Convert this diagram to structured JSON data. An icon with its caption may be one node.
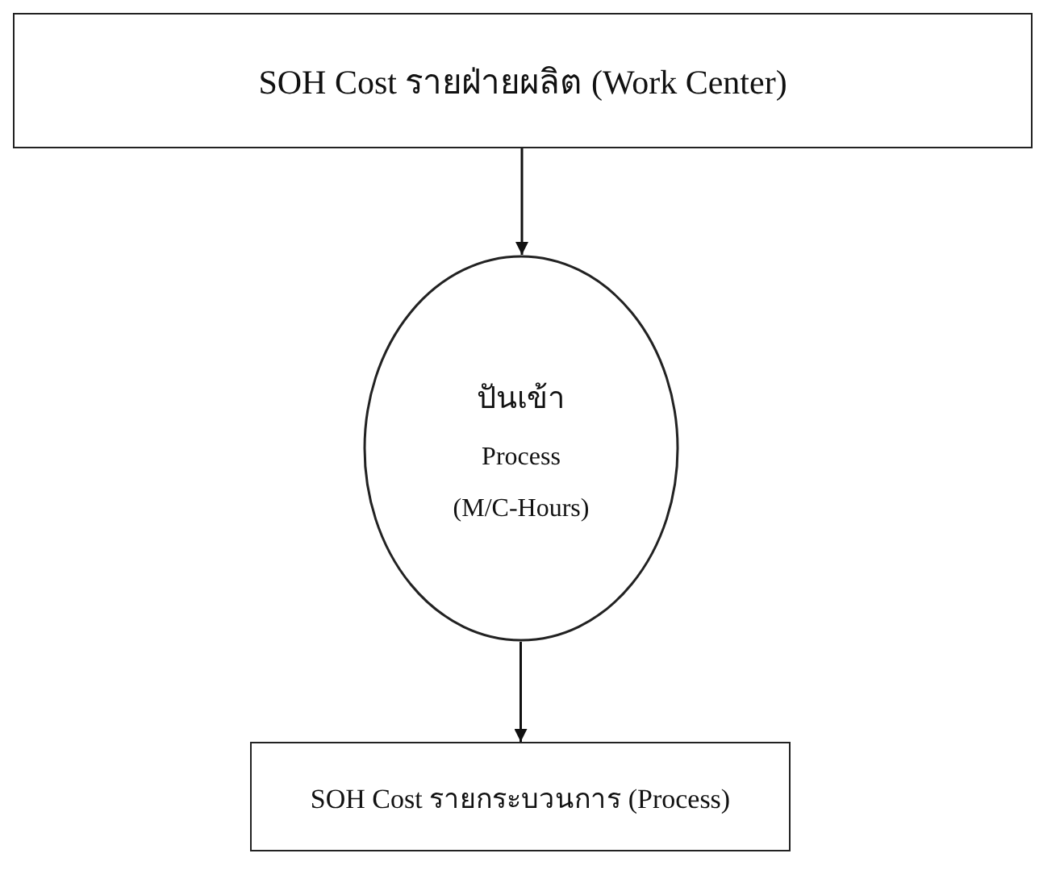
{
  "diagram": {
    "nodes": [
      {
        "text": [
          "SOH Cost รายฝ่ายผลิต (Work Center)"
        ]
      },
      {
        "text": [
          "ปันเข้า",
          "Process",
          "(M/C-Hours)"
        ]
      },
      {
        "text": [
          "SOH Cost รายกระบวนการ (Process)"
        ]
      }
    ],
    "edges": [
      {
        "from": 0,
        "to": 1,
        "arrow": "to"
      },
      {
        "from": 1,
        "to": 2,
        "arrow": "to"
      }
    ]
  }
}
